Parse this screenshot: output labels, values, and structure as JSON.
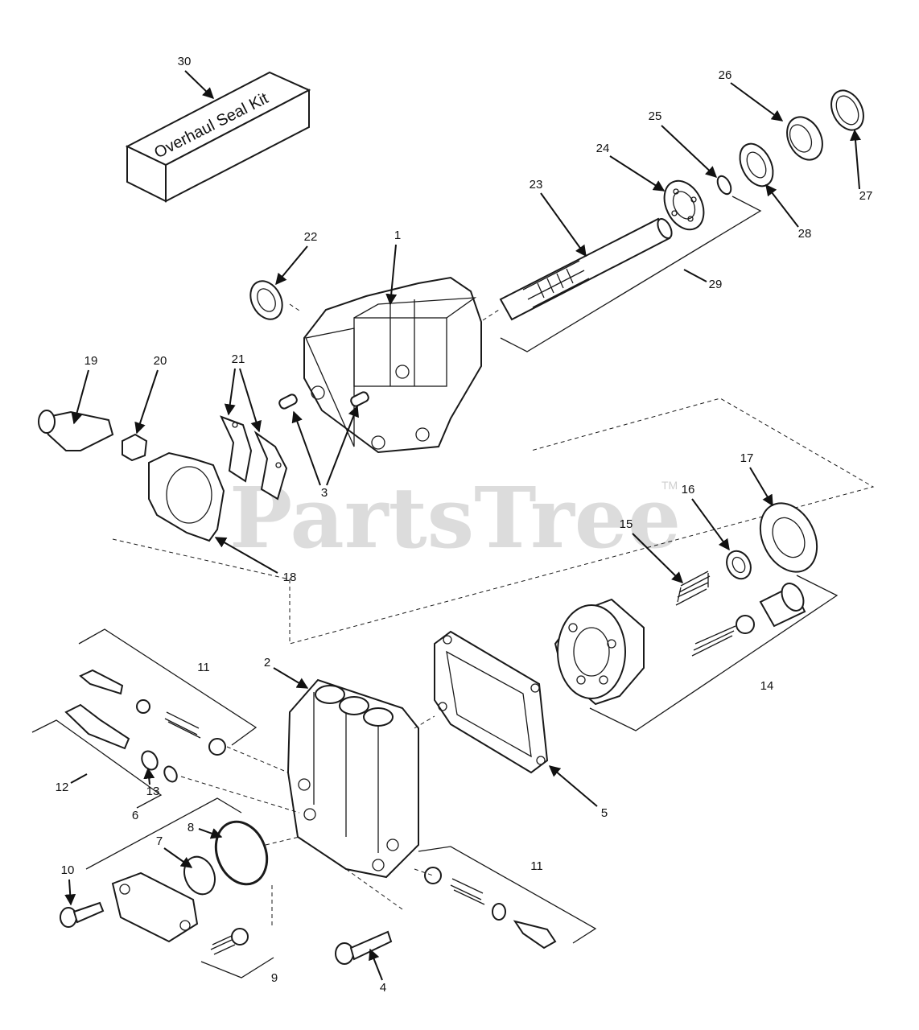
{
  "diagram": {
    "kit_label": "Overhaul Seal Kit",
    "watermark": "PartsTree",
    "watermark_tm": "TM",
    "callouts": {
      "c30": "30",
      "c26": "26",
      "c25": "25",
      "c24": "24",
      "c27": "27",
      "c28": "28",
      "c23": "23",
      "c29": "29",
      "c22": "22",
      "c1": "1",
      "c19": "19",
      "c20": "20",
      "c21": "21",
      "c3": "3",
      "c18": "18",
      "c17": "17",
      "c16": "16",
      "c15": "15",
      "c14": "14",
      "c2": "2",
      "c11a": "11",
      "c12": "12",
      "c13": "13",
      "c5": "5",
      "c6": "6",
      "c8": "8",
      "c7": "7",
      "c10": "10",
      "c11b": "11",
      "c9": "9",
      "c4": "4"
    }
  }
}
